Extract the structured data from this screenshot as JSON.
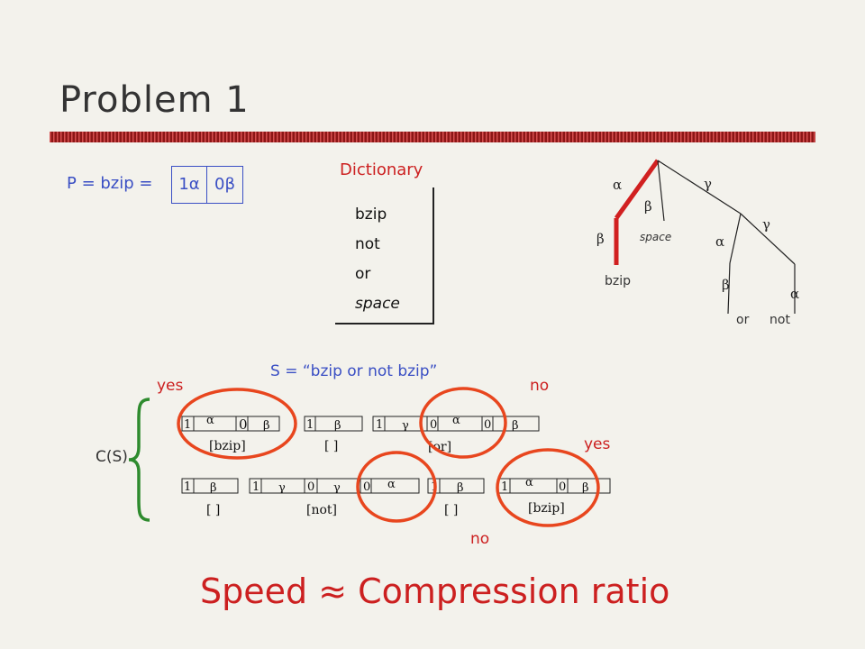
{
  "title": "Problem 1",
  "pattern": {
    "label": "P = bzip =",
    "cell1": "1α",
    "cell2": "0β"
  },
  "dictionary": {
    "title": "Dictionary",
    "words": [
      "bzip",
      "not",
      "or",
      "space"
    ]
  },
  "tree": {
    "greek": {
      "alpha": "α",
      "beta": "β",
      "gamma": "γ"
    },
    "leaves": {
      "bzip": "bzip",
      "space": "space",
      "or": "or",
      "not": "not"
    }
  },
  "s_def": "S = “bzip or not bzip”",
  "cs_label": "C(S)",
  "verdicts": {
    "top_left": "yes",
    "top_right": "no",
    "right_mid": "yes",
    "bottom_mid": "no"
  },
  "row1": {
    "bzip": {
      "label": "[bzip]",
      "cells": [
        "1",
        "α",
        "0",
        "β"
      ]
    },
    "space": {
      "label": "[ ]",
      "cells": [
        "1",
        "β"
      ]
    },
    "or": {
      "label": "[or]",
      "cells": [
        "1",
        "γ",
        "0",
        "α",
        "0",
        "β"
      ]
    }
  },
  "row2": {
    "space1": {
      "label": "[ ]",
      "cells": [
        "1",
        "β"
      ]
    },
    "not": {
      "label": "[not]",
      "cells": [
        "1",
        "γ",
        "0",
        "γ",
        "0",
        "α"
      ]
    },
    "space2": {
      "label": "[ ]",
      "cells": [
        "1",
        "β"
      ]
    },
    "bzip": {
      "label": "[bzip]",
      "cells": [
        "1",
        "α",
        "0",
        "β"
      ]
    }
  },
  "speed": "Speed ≈ Compression ratio",
  "colors": {
    "accent_red": "#cc2020",
    "blue": "#3a4fc4",
    "green": "#2e8b2e",
    "ellipse": "#e8461e"
  }
}
